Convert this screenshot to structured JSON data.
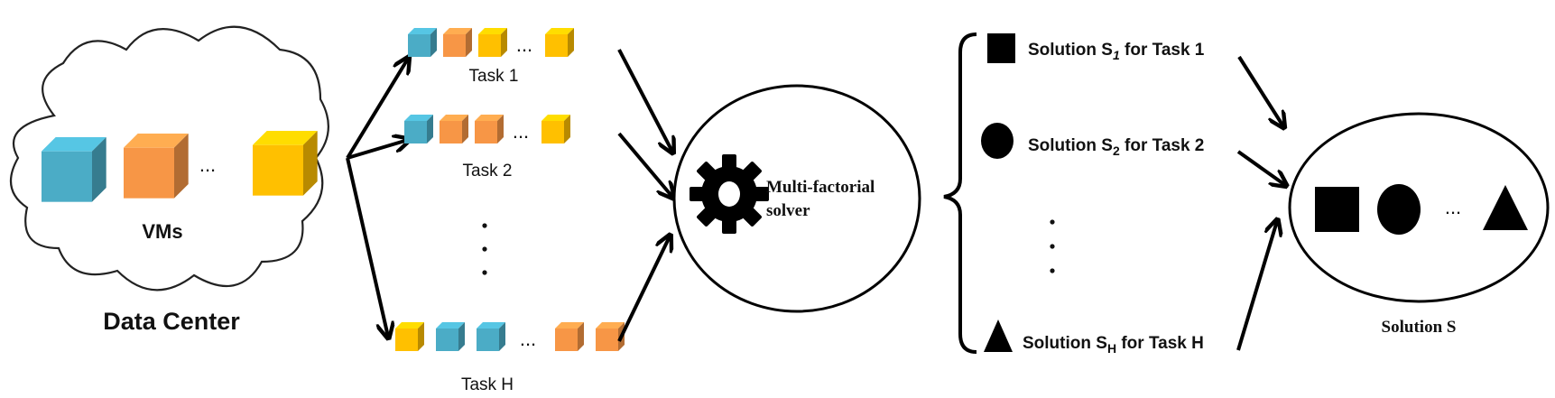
{
  "data_center": {
    "title": "Data Center",
    "cloud_label": "VMs",
    "vm_colors": [
      "#4BACC6",
      "#F79646",
      "#FFC000"
    ],
    "ellipsis": "..."
  },
  "tasks": {
    "items": [
      {
        "label": "Task 1",
        "cubes": [
          "#4BACC6",
          "#F79646",
          "#FFC000",
          "...",
          "#FFC000"
        ]
      },
      {
        "label": "Task 2",
        "cubes": [
          "#4BACC6",
          "#F79646",
          "#F79646",
          "...",
          "#FFC000"
        ]
      },
      {
        "label": "Task H",
        "cubes": [
          "#FFC000",
          "#4BACC6",
          "#4BACC6",
          "...",
          "#F79646",
          "#F79646"
        ]
      }
    ],
    "vertical_ellipsis": "⋮"
  },
  "solver": {
    "line1": "Multi-factorial",
    "line2": "solver",
    "icon": "gear-icon"
  },
  "solutions": {
    "items": [
      {
        "shape": "square",
        "prefix": "Solution S",
        "sub": "1",
        "suffix": " for Task 1"
      },
      {
        "shape": "circle",
        "prefix": "Solution S",
        "sub": "2",
        "suffix": " for Task 2"
      },
      {
        "shape": "triangle",
        "prefix": "Solution S",
        "sub": "H",
        "suffix": " for Task H"
      }
    ]
  },
  "final": {
    "label": "Solution S",
    "ellipsis": "..."
  }
}
